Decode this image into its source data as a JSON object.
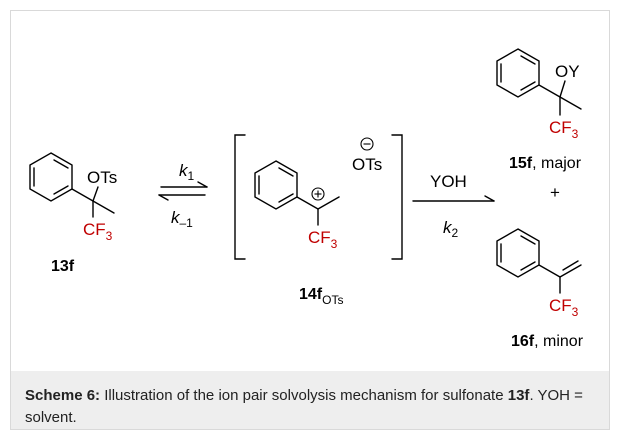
{
  "labels": {
    "leaving_group": "OTs",
    "counter_ion": "OTs",
    "trifluoromethyl": "CF",
    "trifluoromethyl_sub": "3",
    "solvent_group": "OY",
    "reagent": "YOH",
    "k1": "k",
    "k1_sub": "1",
    "k_minus1": "k",
    "k_minus1_sub": "–1",
    "k2": "k",
    "k2_sub": "2",
    "plus": "+"
  },
  "compounds": {
    "c13f": "13f",
    "c14f": "14f",
    "c14f_sub": "OTs",
    "c15f": "15f",
    "c15f_suffix": ", major",
    "c16f": "16f",
    "c16f_suffix": ", minor"
  },
  "caption": {
    "scheme_label": "Scheme 6:",
    "text_before": " Illustration of the ion pair solvolysis mechanism for sulfonate ",
    "compound_ref": "13f",
    "text_after": ". YOH = solvent."
  },
  "colors": {
    "cf3": "#c00000",
    "caption_background": "#eeeeee"
  }
}
